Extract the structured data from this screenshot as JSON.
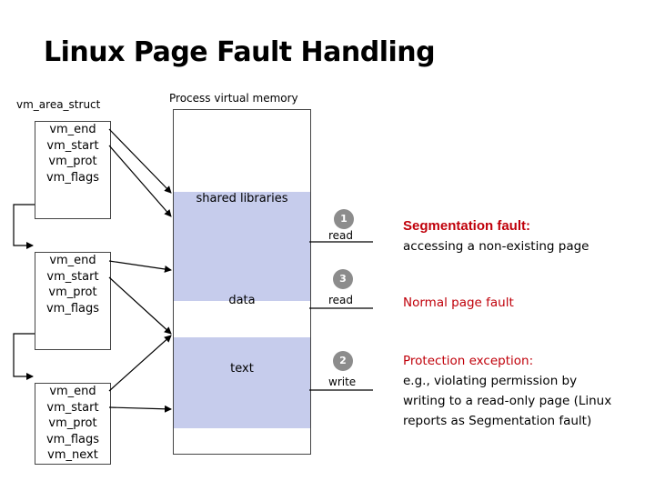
{
  "title": "Linux Page Fault Handling",
  "labels": {
    "vm_area_struct": "vm_area_struct",
    "process_virtual_memory": "Process virtual memory"
  },
  "vmas": [
    {
      "fields": [
        "vm_end",
        "vm_start",
        "vm_prot",
        "vm_flags"
      ]
    },
    {
      "fields": [
        "vm_end",
        "vm_start",
        "vm_prot",
        "vm_flags"
      ]
    },
    {
      "fields": [
        "vm_end",
        "vm_start",
        "vm_prot",
        "vm_flags",
        "vm_next"
      ]
    }
  ],
  "segments": {
    "shared_libraries": "shared libraries",
    "data": "data",
    "text": "text"
  },
  "accesses": [
    {
      "number": "1",
      "op": "read"
    },
    {
      "number": "3",
      "op": "read"
    },
    {
      "number": "2",
      "op": "write"
    }
  ],
  "descriptions": {
    "seg_fault_title": "Segmentation fault:",
    "seg_fault_text": "accessing a non-existing page",
    "normal_fault": "Normal page fault",
    "protection_title": "Protection exception:",
    "protection_line1": "e.g., violating permission by",
    "protection_line2": "writing to a read-only page (Linux",
    "protection_line3": "reports as Segmentation fault)"
  },
  "colors": {
    "segment_fill": "#c6ccec",
    "circle_fill": "#8c8c8c",
    "red_text": "#c0000a"
  }
}
